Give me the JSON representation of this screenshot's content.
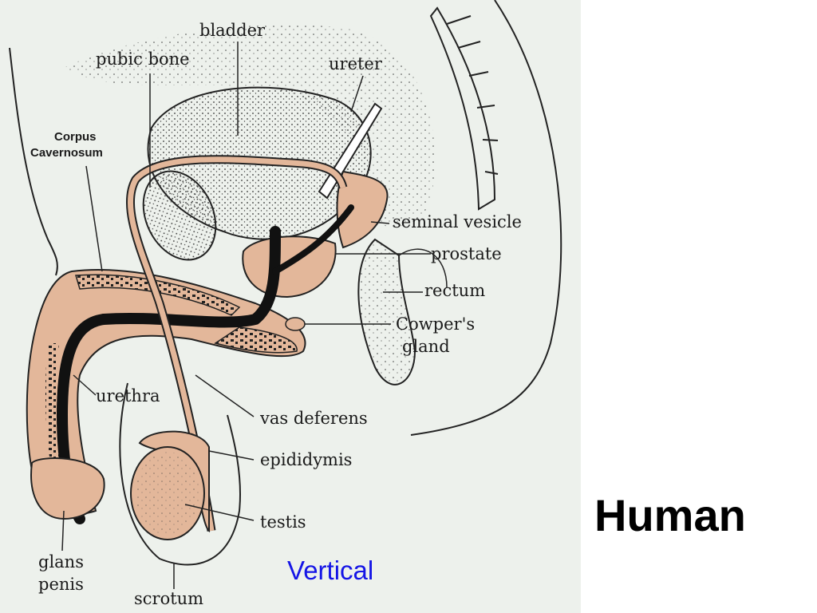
{
  "title": "Human",
  "section_note": "Vertical",
  "labels": {
    "bladder": "bladder",
    "pubic_bone": "pubic bone",
    "ureter": "ureter",
    "corpus_cavernosum_1": "Corpus",
    "corpus_cavernosum_2": "Cavernosum",
    "seminal_vesicle": "seminal vesicle",
    "prostate": "prostate",
    "rectum": "rectum",
    "cowpers_gland_1": "Cowper's",
    "cowpers_gland_2": "gland",
    "urethra": "urethra",
    "vas_deferens": "vas deferens",
    "epididymis": "epididymis",
    "testis": "testis",
    "glans_penis_1": "glans",
    "glans_penis_2": "penis",
    "scrotum": "scrotum"
  },
  "colors": {
    "background": "#ffffff",
    "diagram_panel": "#edf1ec",
    "tissue_tan": "#e3b79a",
    "duct_black": "#111111",
    "note_blue": "#1515e6"
  }
}
